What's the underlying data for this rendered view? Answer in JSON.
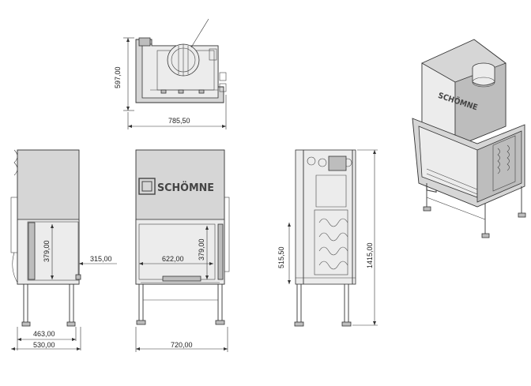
{
  "brand": {
    "name": "SCHÖMNE"
  },
  "dimensions": {
    "top_depth": "597,00",
    "top_width": "785,50",
    "side_opening_height": "379,00",
    "side_opening_width": "315,00",
    "side_depth_inner": "463,00",
    "side_depth_outer": "530,00",
    "front_opening_width": "622,00",
    "front_opening_height": "379,00",
    "front_width": "720,00",
    "section_base_height": "515,50",
    "section_total_height": "1415,00"
  },
  "colors": {
    "line": "#333333",
    "fill": "#d6d6d6",
    "paper": "#ffffff"
  }
}
